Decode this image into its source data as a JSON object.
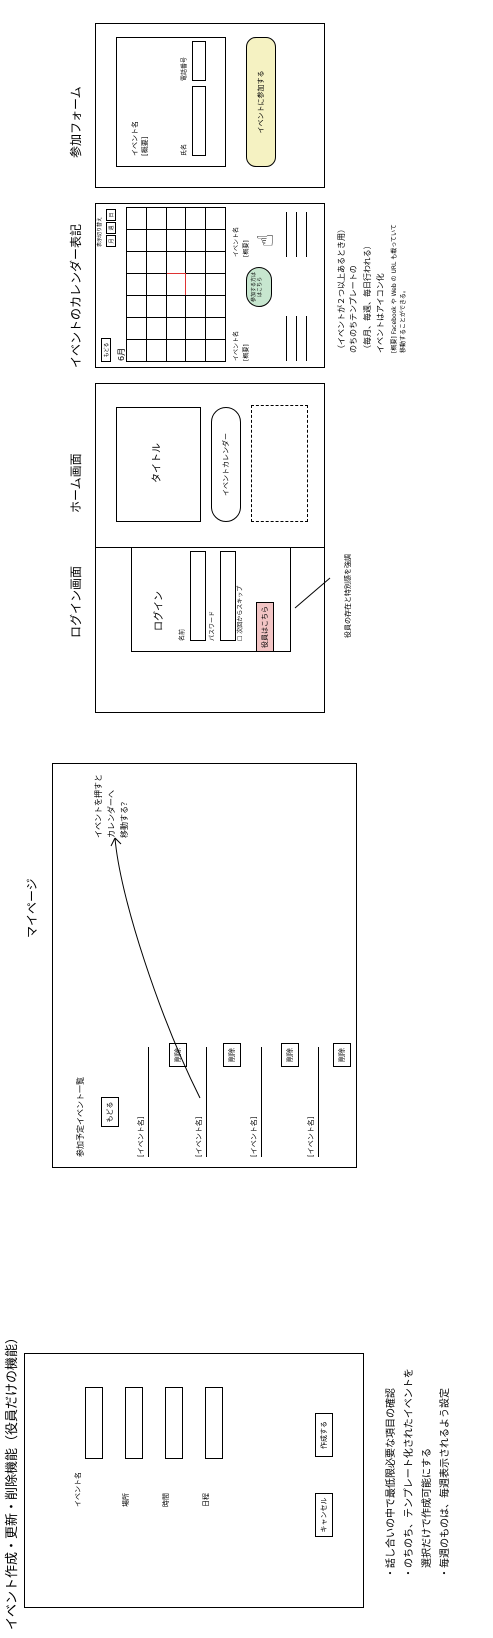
{
  "event_form": {
    "heading": "イベント作成・更新・削除機能（役員だけの機能）",
    "fields": [
      "イベント名",
      "場所",
      "時間",
      "日程"
    ],
    "cancel_label": "キャンセル",
    "create_label": "作成する",
    "notes": [
      "・話し合いの中で最低限必要な項目の確認",
      "・のちのち、テンプレート化されたイベントを",
      "　選択だけで作成可能にする",
      "・毎週のものは、毎週表示されるよう設定"
    ]
  },
  "mypage": {
    "title": "マイページ",
    "list_title": "参加予定イベント一覧",
    "back_label": "もどる",
    "rows": [
      {
        "name": "[イベント名]",
        "delete": "削除"
      },
      {
        "name": "[イベント名]",
        "delete": "削除"
      },
      {
        "name": "[イベント名]",
        "delete": "削除"
      },
      {
        "name": "[イベント名]",
        "delete": "削除"
      }
    ],
    "annotation": [
      "イベントを押すと",
      "カレンダーへ",
      "移動する？"
    ]
  },
  "login": {
    "title": "ログイン画面",
    "heading": "ログイン",
    "name_label": "名前",
    "password_label": "パスワード",
    "skip_label": "☐ 次回からスキップ",
    "officer_button": "役員はこちら",
    "annotation": "役員の存在と特別感を強調",
    "accent": "#f2c4c4"
  },
  "home": {
    "title": "ホーム画面",
    "box_title": "タイトル",
    "calendar_button": "イベントカレンダー"
  },
  "calendar": {
    "title": "イベントのカレンダー表記",
    "back_label": "もどる",
    "month_label": "6月",
    "switch_note": "表示切り替え",
    "view_buttons": [
      "月",
      "週",
      "日"
    ],
    "bubble_text": "参加する方は\nはこちら",
    "bubble_color": "#c7e6cf",
    "left_event_name": "イベント名",
    "left_summary": "[概要]",
    "right_event_name": "イベント名",
    "right_summary": "[概要]",
    "notes": [
      "（イベントが２つ以上あるとき用）",
      "のちのちテンプレートの",
      "（毎月、毎週、毎日行われる）",
      "イベントはアイコン化",
      "[概要] Facebook や Web の URL も載っていて",
      "移動することができる。"
    ]
  },
  "join_form": {
    "title": "参加フォーム",
    "event_name": "イベント名",
    "summary": "[概要]",
    "name_label": "氏名",
    "phone_label": "電話番号",
    "join_button": "イベントに参加する",
    "accent": "#f5f2c2"
  }
}
